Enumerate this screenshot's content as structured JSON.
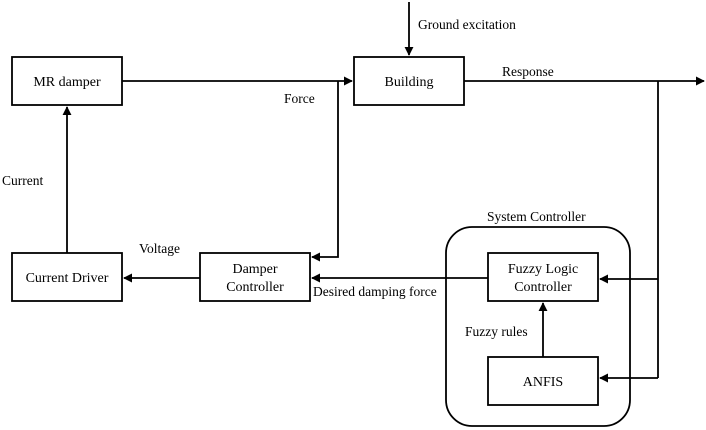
{
  "diagram": {
    "blocks": {
      "mr_damper": "MR damper",
      "building": "Building",
      "current_driver": "Current Driver",
      "damper_controller_line1": "Damper",
      "damper_controller_line2": "Controller",
      "fuzzy_logic_line1": "Fuzzy Logic",
      "fuzzy_logic_line2": "Controller",
      "anfis": "ANFIS"
    },
    "labels": {
      "ground_excitation": "Ground excitation",
      "response": "Response",
      "force": "Force",
      "current": "Current",
      "voltage": "Voltage",
      "desired_damping_force": "Desired damping force",
      "fuzzy_rules": "Fuzzy rules",
      "system_controller": "System Controller"
    }
  }
}
